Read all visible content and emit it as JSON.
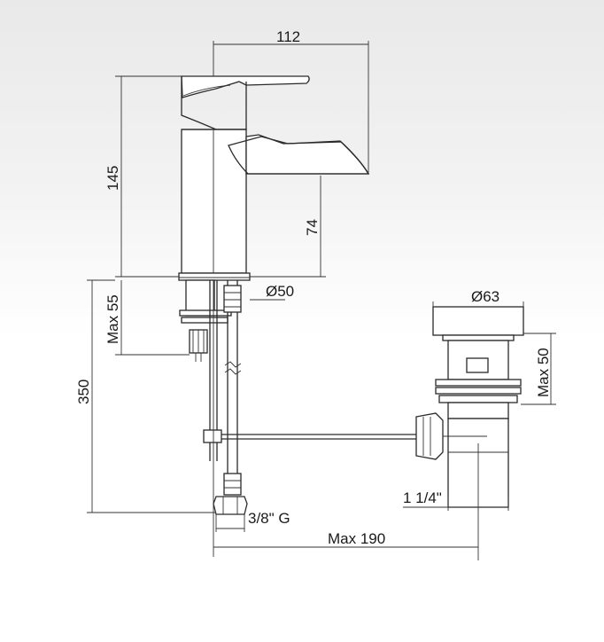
{
  "labels": {
    "width_112": "112",
    "height_145": "145",
    "spout_74": "74",
    "max_55": "Max 55",
    "total_350": "350",
    "base_dia_50": "Ø50",
    "waste_dia_63": "Ø63",
    "max_50": "Max 50",
    "waste_thread": "1 1/4\"",
    "hose_thread": "3/8\" G",
    "max_190": "Max 190"
  },
  "colors": {
    "line": "#2a2a2a",
    "text": "#1a1a1a",
    "background_top": "#e9e9e9",
    "background_bottom": "#ffffff"
  }
}
